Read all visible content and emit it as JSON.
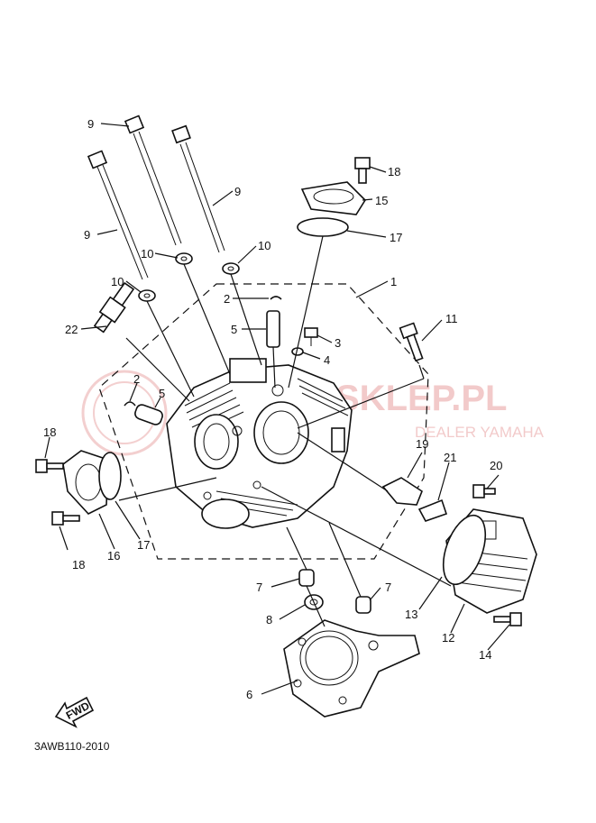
{
  "watermark": {
    "brand": "SKLEP.PL",
    "subtitle": "DEALER YAMAHA",
    "color": "#e8a0a0"
  },
  "labels": {
    "l1": "1",
    "l2a": "2",
    "l2b": "2",
    "l3": "3",
    "l4": "4",
    "l5a": "5",
    "l5b": "5",
    "l6": "6",
    "l7a": "7",
    "l7b": "7",
    "l8": "8",
    "l9a": "9",
    "l9b": "9",
    "l9c": "9",
    "l10a": "10",
    "l10b": "10",
    "l10c": "10",
    "l11": "11",
    "l12": "12",
    "l13": "13",
    "l14": "14",
    "l15": "15",
    "l16": "16",
    "l17a": "17",
    "l17b": "17",
    "l18a": "18",
    "l18b": "18",
    "l18c": "18",
    "l19": "19",
    "l20": "20",
    "l21": "21",
    "l22": "22"
  },
  "fwd_label": "FWD",
  "diagram_code": "3AWB110-2010"
}
